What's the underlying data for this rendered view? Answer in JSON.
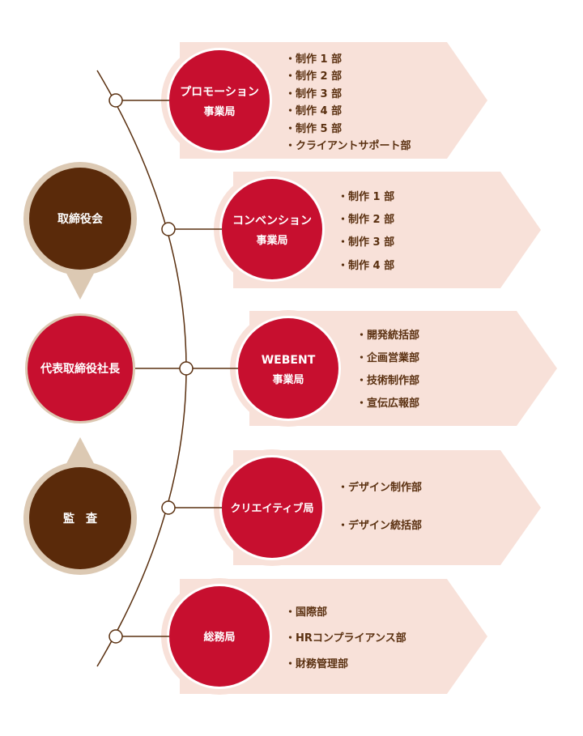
{
  "colors": {
    "red": "#c70f2f",
    "brown": "#5a2a0a",
    "ring": "#dcc9b3",
    "panel": "#f8e1d9",
    "line": "#5a3010",
    "text_light": "#ffffff",
    "text_dark": "#5a3010"
  },
  "executives": [
    {
      "label": "取締役会",
      "kind": "board"
    },
    {
      "label": "代表取締役社長",
      "kind": "president"
    },
    {
      "label": "監　査",
      "kind": "audit"
    }
  ],
  "divisions": [
    {
      "name_lines": [
        "プロモーション",
        "事業局"
      ],
      "items": [
        "・制作 1 部",
        "・制作 2 部",
        "・制作 3 部",
        "・制作 4 部",
        "・制作 5 部",
        "・クライアントサポート部"
      ]
    },
    {
      "name_lines": [
        "コンベンション",
        "事業局"
      ],
      "items": [
        "・制作 1 部",
        "・制作 2 部",
        "・制作 3 部",
        "・制作 4 部"
      ]
    },
    {
      "name_lines": [
        "WEBENT",
        "事業局"
      ],
      "items": [
        "・開発統括部",
        "・企画営業部",
        "・技術制作部",
        "・宣伝広報部"
      ]
    },
    {
      "name_lines": [
        "クリエイティブ局"
      ],
      "items": [
        "・デザイン制作部",
        "・デザイン統括部"
      ]
    },
    {
      "name_lines": [
        "総務局"
      ],
      "items": [
        "・国際部",
        "・HRコンプライアンス部",
        "・財務管理部"
      ]
    }
  ]
}
